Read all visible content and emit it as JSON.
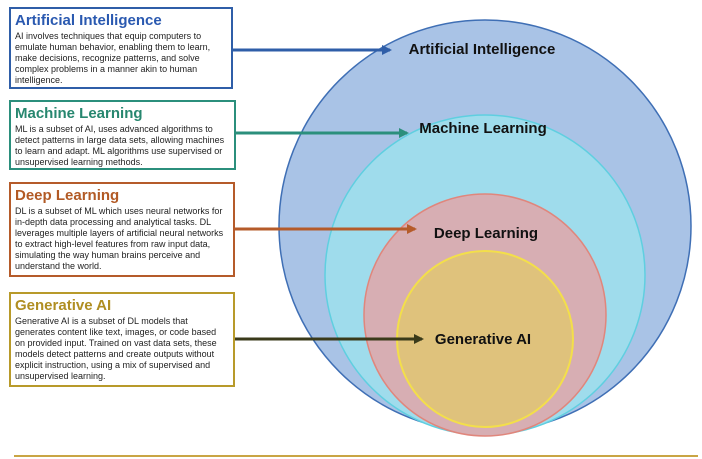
{
  "cards": {
    "ai": {
      "title": "Artificial Intelligence",
      "text": "AI involves techniques that equip computers to emulate human behavior, enabling them to learn, make decisions, recognize patterns, and solve complex problems in a manner akin to human intelligence."
    },
    "ml": {
      "title": "Machine Learning",
      "text": "ML is a subset of AI, uses advanced algorithms to detect patterns in large data sets, allowing machines to learn and adapt. ML algorithms use supervised or unsupervised learning methods."
    },
    "dl": {
      "title": "Deep Learning",
      "text": "DL is a subset of ML which uses neural networks for in-depth data processing and analytical tasks. DL leverages multiple layers of artificial neural networks to extract high-level features from raw input data, simulating the way human brains perceive and understand the world."
    },
    "gen": {
      "title": "Generative AI",
      "text": "Generative AI is a subset of DL models that generates content like text, images, or code based on provided input. Trained on vast data sets, these models detect patterns and create outputs without explicit instruction, using a mix of supervised and unsupervised learning."
    }
  },
  "rings": {
    "ai": "Artificial Intelligence",
    "ml": "Machine Learning",
    "dl": "Deep Learning",
    "gen": "Generative AI"
  },
  "colors": {
    "ai": "#2f5ea8",
    "ml": "#2b8f7c",
    "dl": "#b55b2a",
    "gen": "#b89a2a",
    "ring_ai_fill": "#a9c3e6",
    "ring_ml_fill": "#9fdcec",
    "ring_dl_fill": "#d7aeb3",
    "ring_gen_fill": "#dfc27c"
  }
}
